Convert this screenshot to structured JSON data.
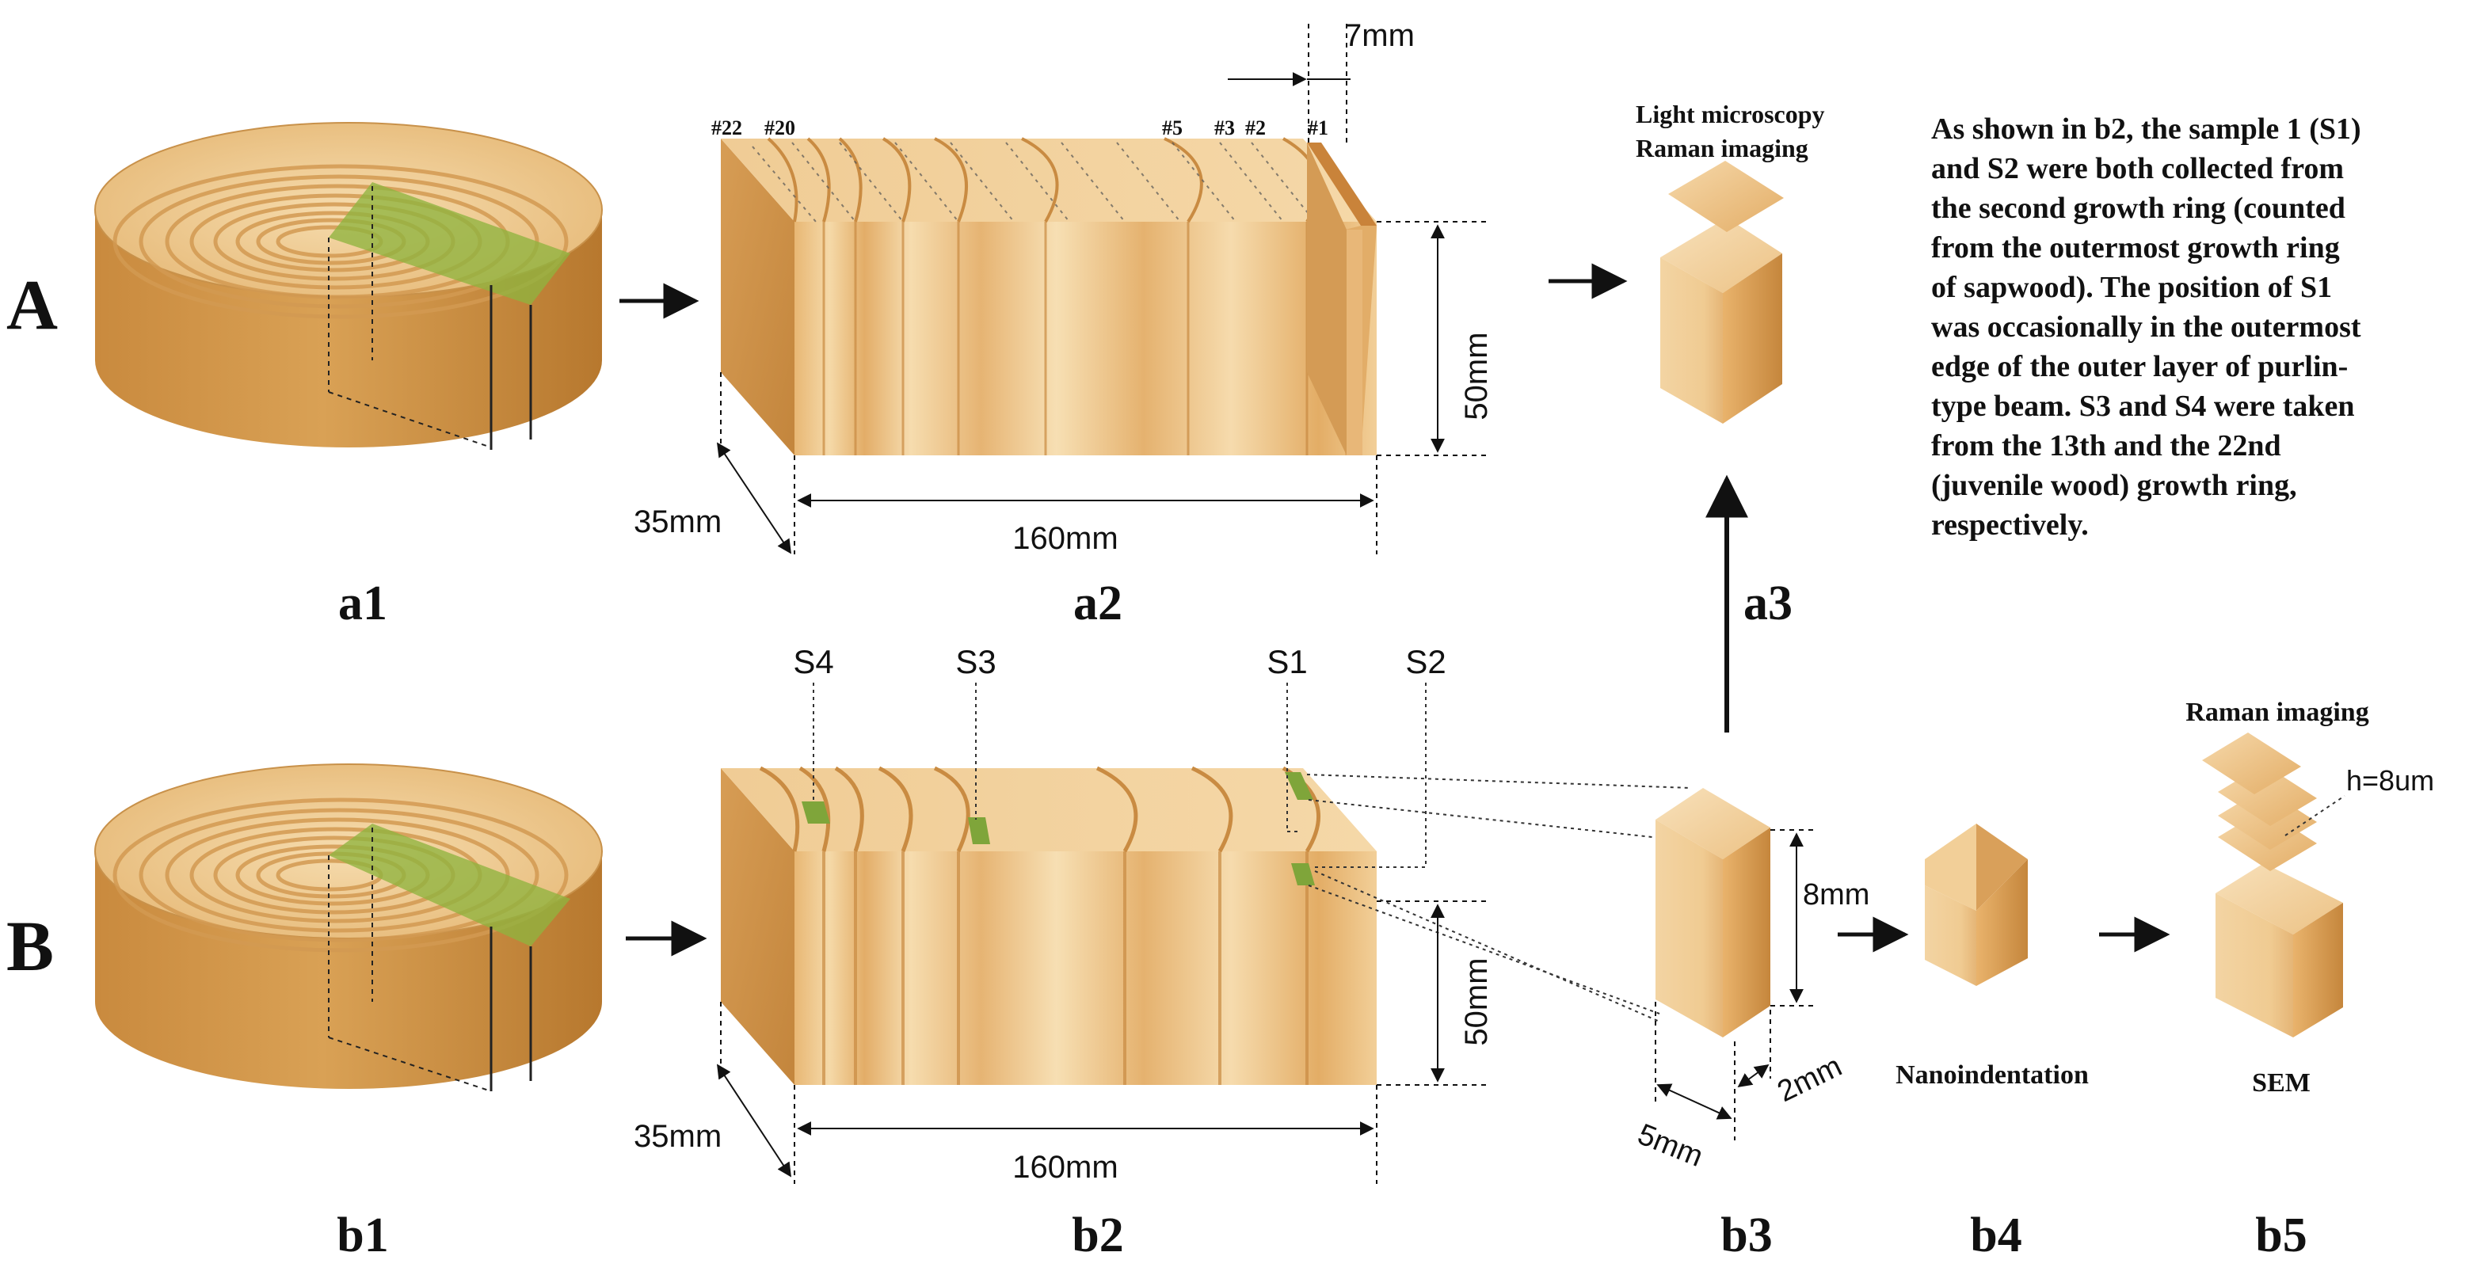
{
  "rows": {
    "A": "A",
    "B": "B"
  },
  "panel_labels": {
    "a1": "a1",
    "a2": "a2",
    "a3": "a3",
    "b1": "b1",
    "b2": "b2",
    "b3": "b3",
    "b4": "b4",
    "b5": "b5"
  },
  "a2": {
    "ring_labels": [
      "#22",
      "#20",
      "#5",
      "#3",
      "#2",
      "#1"
    ],
    "dim_thickness": "7mm",
    "dim_height": "50mm",
    "dim_depth": "35mm",
    "dim_length": "160mm"
  },
  "b2": {
    "sample_labels": [
      "S4",
      "S3",
      "S1",
      "S2"
    ],
    "dim_height": "50mm",
    "dim_depth": "35mm",
    "dim_length": "160mm"
  },
  "b3": {
    "dim_height": "8mm",
    "dim_width": "5mm",
    "dim_depth": "2mm"
  },
  "a3_methods": {
    "line1": "Light microscopy",
    "line2": "Raman imaging"
  },
  "b4_method": "Nanoindentation",
  "b5": {
    "raman": "Raman imaging",
    "h": "h=8um",
    "sem": "SEM"
  },
  "description": [
    "As shown in b2, the sample 1 (S1)",
    "and S2 were both collected from",
    "the second growth ring (counted",
    "from the outermost growth ring",
    "of sapwood). The position of S1",
    "was occasionally in the outermost",
    "edge of the outer layer of purlin-",
    "type beam. S3 and S4 were taken",
    "from the 13th and the 22nd",
    "(juvenile wood) growth ring,",
    "respectively."
  ],
  "colors": {
    "wood_light": "#f3d6a6",
    "wood_mid": "#e2b06a",
    "wood_dark": "#b9772b",
    "sample_green": "#7fa53a"
  }
}
